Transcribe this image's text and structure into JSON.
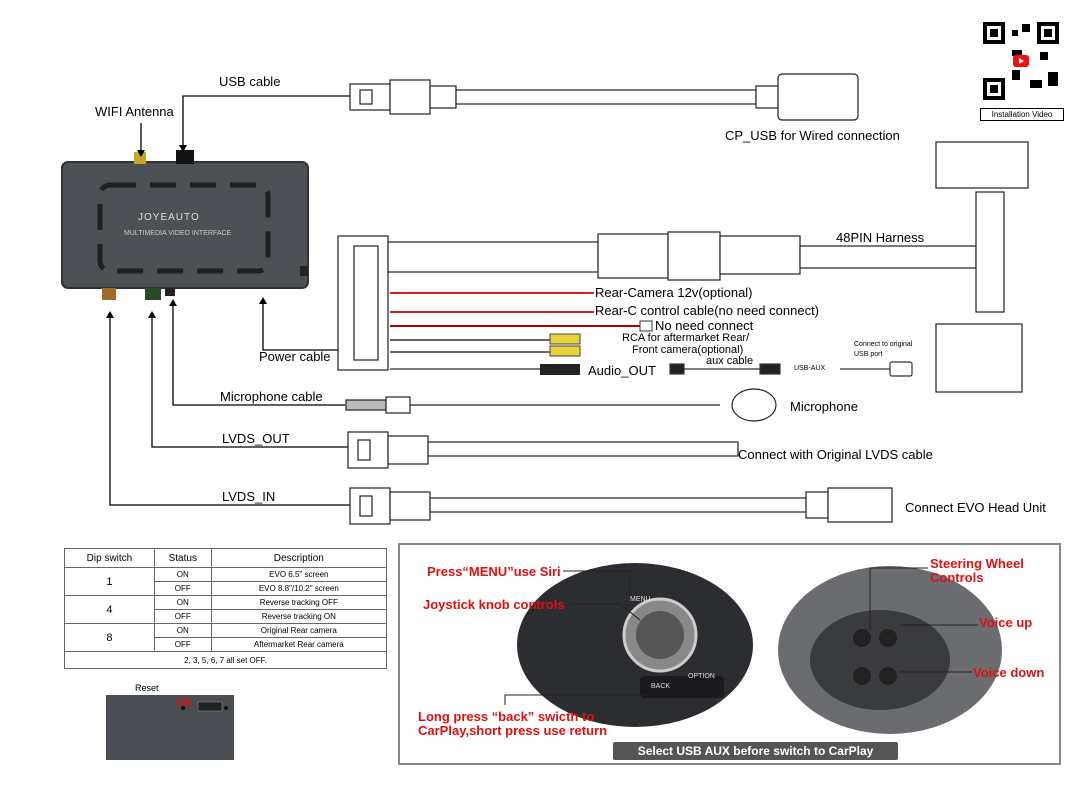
{
  "module": {
    "brand": "JOYEAUTO",
    "subtitle": "MULTIMEDIA VIDEO INTERFACE"
  },
  "labels": {
    "wifi_antenna": "WIFI Antenna",
    "usb_cable": "USB cable",
    "cp_usb": "CP_USB for Wired connection",
    "harness": "48PIN Harness",
    "rear_camera": "Rear-Camera 12v(optional)",
    "rear_c": "Rear-C control cable(no need connect)",
    "no_need": "No need connect",
    "rca_line1": "RCA for aftermarket Rear/",
    "rca_line2": "Front camera(optional)",
    "aux_cable": "aux cable",
    "audio_out": "Audio_OUT",
    "usb_aux": "USB-AUX",
    "connect_original_usb_1": "Connect to original",
    "connect_original_usb_2": "USB port",
    "power_cable": "Power cable",
    "microphone_cable": "Microphone cable",
    "microphone": "Microphone",
    "lvds_out": "LVDS_OUT",
    "lvds_out_desc": "Connect with Original LVDS cable",
    "lvds_in": "LVDS_IN",
    "lvds_in_desc": "Connect EVO Head Unit",
    "installation_video": "Installation Video"
  },
  "dip_table": {
    "headers": [
      "Dip switch",
      "Status",
      "Description"
    ],
    "rows": [
      {
        "switch": "1",
        "on": "EVO 6.5\" screen",
        "off": "EVO 8.8\"/10.2\" screen"
      },
      {
        "switch": "4",
        "on": "Reverse tracking OFF",
        "off": "Reverse tracking ON"
      },
      {
        "switch": "8",
        "on": "Original Rear camera",
        "off": "Aftermarket Rear camera"
      }
    ],
    "on_label": "ON",
    "off_label": "OFF",
    "footer": "2, 3, 5, 6, 7 all set OFF."
  },
  "reset": {
    "title": "Reset",
    "on_label": "ON"
  },
  "controls": {
    "menu_siri": "Press“MENU”use Siri",
    "joystick": "Joystick knob controls",
    "back_line1": "Long press “back” swicth to",
    "back_line2": "CarPlay,short press use return",
    "steering_line1": "Steering Wheel",
    "steering_line2": "Controls",
    "voice_up": "Voice up",
    "voice_down": "Voice down",
    "banner": "Select USB AUX before switch to CarPlay",
    "knob_back": "BACK",
    "knob_option": "OPTION",
    "knob_menu": "MENU"
  },
  "colors": {
    "red_label": "#d11111",
    "module": "#4a4d52",
    "banner": "#555555"
  }
}
